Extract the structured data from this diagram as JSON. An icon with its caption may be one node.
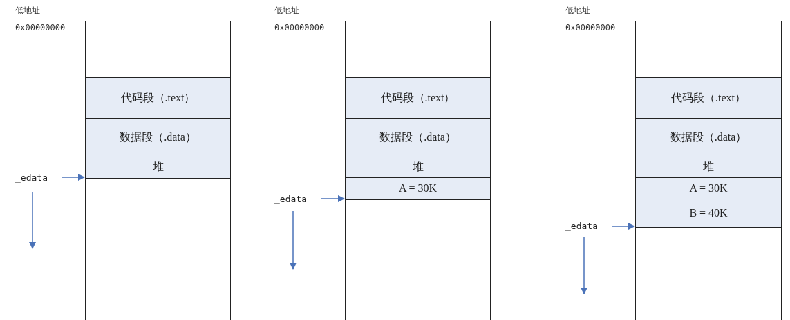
{
  "diagram": {
    "nodes": [
      {
        "text": [],
        "shape": "box"
      },
      {
        "text": [
          "代码段（.text）"
        ],
        "in": 0
      },
      {
        "text": [
          "数据段（.data）"
        ],
        "in": 0
      },
      {
        "text": [
          "堆"
        ],
        "in": 0
      },
      {
        "text": [
          "_edata"
        ]
      },
      {
        "text": [],
        "shape": "box"
      },
      {
        "text": [
          "代码段（.text）"
        ],
        "in": 5
      },
      {
        "text": [
          "数据段（.data）"
        ],
        "in": 5
      },
      {
        "text": [
          "堆"
        ],
        "in": 5
      },
      {
        "text": [
          "A = 30K"
        ],
        "in": 5
      },
      {
        "text": [
          "_edata"
        ]
      },
      {
        "text": [],
        "shape": "box"
      },
      {
        "text": [
          "代码段（.text）"
        ],
        "in": 11
      },
      {
        "text": [
          "数据段（.data）"
        ],
        "in": 11
      },
      {
        "text": [
          "堆"
        ],
        "in": 11
      },
      {
        "text": [
          "A = 30K"
        ],
        "in": 11
      },
      {
        "text": [
          "B = 40K"
        ],
        "in": 11
      },
      {
        "text": [
          "_edata"
        ]
      }
    ],
    "edges": [
      {
        "from": 4,
        "to": 3,
        "arrow": "to"
      },
      {
        "from": 10,
        "to": 9,
        "arrow": "to"
      },
      {
        "from": 17,
        "to": 16,
        "arrow": "to"
      }
    ],
    "labels": [
      "低地址",
      "0x00000000",
      "低地址",
      "0x00000000",
      "低地址",
      "0x00000000"
    ]
  }
}
